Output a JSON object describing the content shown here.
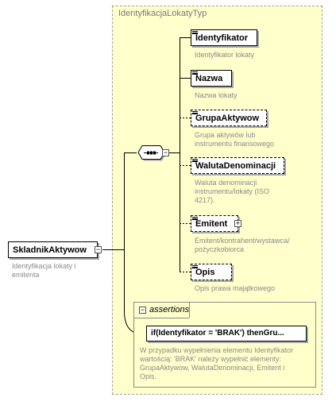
{
  "type_box": {
    "title": "IdentyfikacjaLokatyTyp"
  },
  "root": {
    "name": "SkladnikAktywow",
    "description": "Identyfikacja lokaty i emitenta",
    "collapse_symbol": "−"
  },
  "sequence": {
    "icon": "sequence-compositor-icon",
    "collapse_symbol": "−"
  },
  "elements": [
    {
      "name": "Identyfikator",
      "optional": false,
      "description": "Identyfikator lokaty"
    },
    {
      "name": "Nazwa",
      "optional": false,
      "description": "Nazwa lokaty"
    },
    {
      "name": "GrupaAktywow",
      "optional": true,
      "description": "Grupa aktywów lub instrumentu finansowego"
    },
    {
      "name": "WalutaDenominacji",
      "optional": true,
      "description": "Waluta denominacji instrumentu/lokaty (ISO 4217)."
    },
    {
      "name": "Emitent",
      "optional": true,
      "expand_symbol": "+",
      "description": "Emitent/kontrahent/wystawca/pożyczkobiorca"
    },
    {
      "name": "Opis",
      "optional": true,
      "description": "Opis prawa majątkowego"
    }
  ],
  "assertions": {
    "label": "assertions",
    "collapse_symbol": "−",
    "rule": "if(Identyfikator = 'BRAK') thenGru...",
    "description": "W przypadku wypełnienia elementu Identyfikator wartością: 'BRAK' należy wypełnić elementy: GrupaAktywow, WalutaDenominacji, Emitent i Opis."
  }
}
